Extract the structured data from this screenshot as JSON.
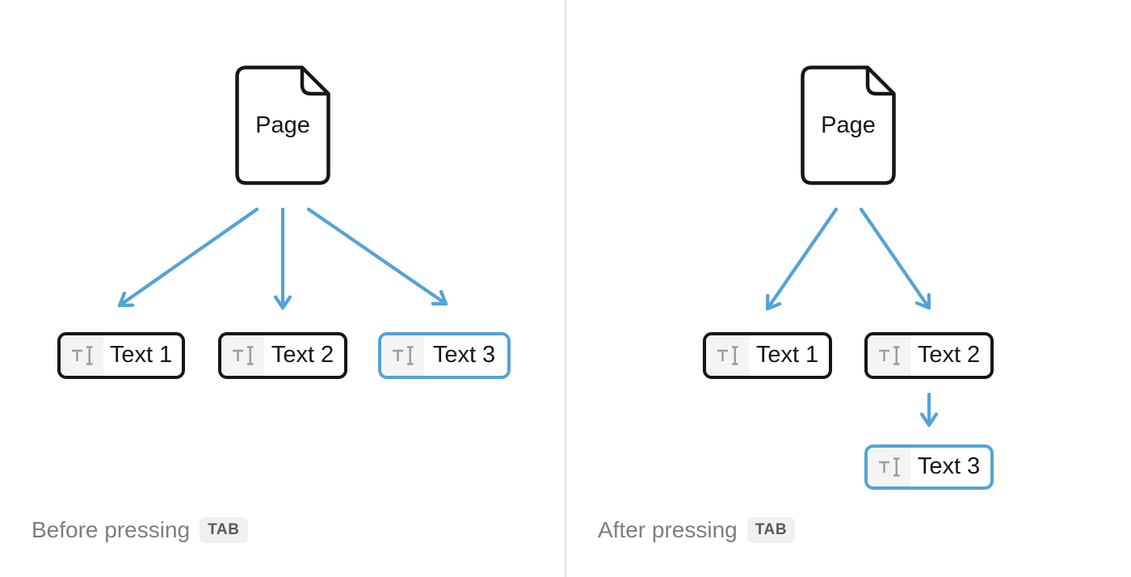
{
  "colors": {
    "accent_blue": "#52a3d8",
    "outline_black": "#161616",
    "caption_gray": "#7e7e7e",
    "icon_gray": "#9d9d9d",
    "icon_area_bg": "#f4f4f4",
    "key_badge_bg": "#f0f0f0",
    "divider_gray": "#e3e3e3"
  },
  "icons": {
    "page_node": "page-icon",
    "block_type": "text-cursor-icon"
  },
  "panels": [
    {
      "name": "before",
      "page_label": "Page",
      "blocks": [
        {
          "label": "Text 1",
          "selected": false
        },
        {
          "label": "Text 2",
          "selected": false
        },
        {
          "label": "Text 3",
          "selected": true
        }
      ],
      "caption": "Before pressing",
      "key_label": "TAB"
    },
    {
      "name": "after",
      "page_label": "Page",
      "blocks": [
        {
          "label": "Text 1",
          "selected": false
        },
        {
          "label": "Text 2",
          "selected": false
        },
        {
          "label": "Text 3",
          "selected": true
        }
      ],
      "caption": "After pressing",
      "key_label": "TAB"
    }
  ]
}
